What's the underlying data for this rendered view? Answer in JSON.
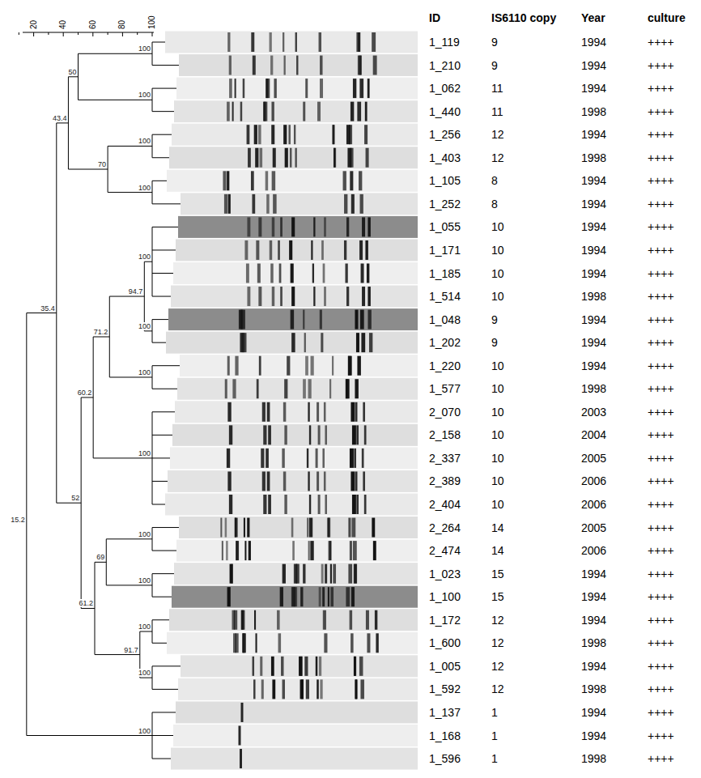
{
  "diagram": {
    "labels": [
      "20",
      "40",
      "60",
      "80",
      "100",
      "100",
      "50",
      "100",
      "43.4",
      "100",
      "70",
      "100",
      "100",
      "94.7",
      "35.4",
      "100",
      "71.2",
      "100",
      "60.2",
      "100",
      "52",
      "15.2",
      "100",
      "69",
      "100",
      "61.2",
      "100",
      "91.7",
      "100",
      "100",
      "ID",
      "IS6110 copy",
      "Year",
      "culture",
      "1_119",
      "9",
      "1994",
      "++++",
      "1_210",
      "9",
      "1994",
      "++++",
      "1_062",
      "11",
      "1994",
      "++++",
      "1_440",
      "11",
      "1998",
      "++++",
      "1_256",
      "12",
      "1994",
      "++++",
      "1_403",
      "12",
      "1998",
      "++++",
      "1_105",
      "8",
      "1994",
      "++++",
      "1_252",
      "8",
      "1994",
      "++++",
      "1_055",
      "10",
      "1994",
      "++++",
      "1_171",
      "10",
      "1994",
      "++++",
      "1_185",
      "10",
      "1994",
      "++++",
      "1_514",
      "10",
      "1998",
      "++++",
      "1_048",
      "9",
      "1994",
      "++++",
      "1_202",
      "9",
      "1994",
      "++++",
      "1_220",
      "10",
      "1994",
      "++++",
      "1_577",
      "10",
      "1998",
      "++++",
      "2_070",
      "10",
      "2003",
      "++++",
      "2_158",
      "10",
      "2004",
      "++++",
      "2_337",
      "10",
      "2005",
      "++++",
      "2_389",
      "10",
      "2006",
      "++++",
      "2_404",
      "10",
      "2006",
      "++++",
      "2_264",
      "14",
      "2005",
      "++++",
      "2_474",
      "14",
      "2006",
      "++++",
      "1_023",
      "15",
      "1994",
      "++++",
      "1_100",
      "15",
      "1994",
      "++++",
      "1_172",
      "12",
      "1994",
      "++++",
      "1_600",
      "12",
      "1998",
      "++++",
      "1_005",
      "12",
      "1994",
      "++++",
      "1_592",
      "12",
      "1998",
      "++++",
      "1_137",
      "1",
      "1994",
      "++++",
      "1_168",
      "1",
      "1994",
      "++++",
      "1_596",
      "1",
      "1998",
      "++++"
    ]
  }
}
